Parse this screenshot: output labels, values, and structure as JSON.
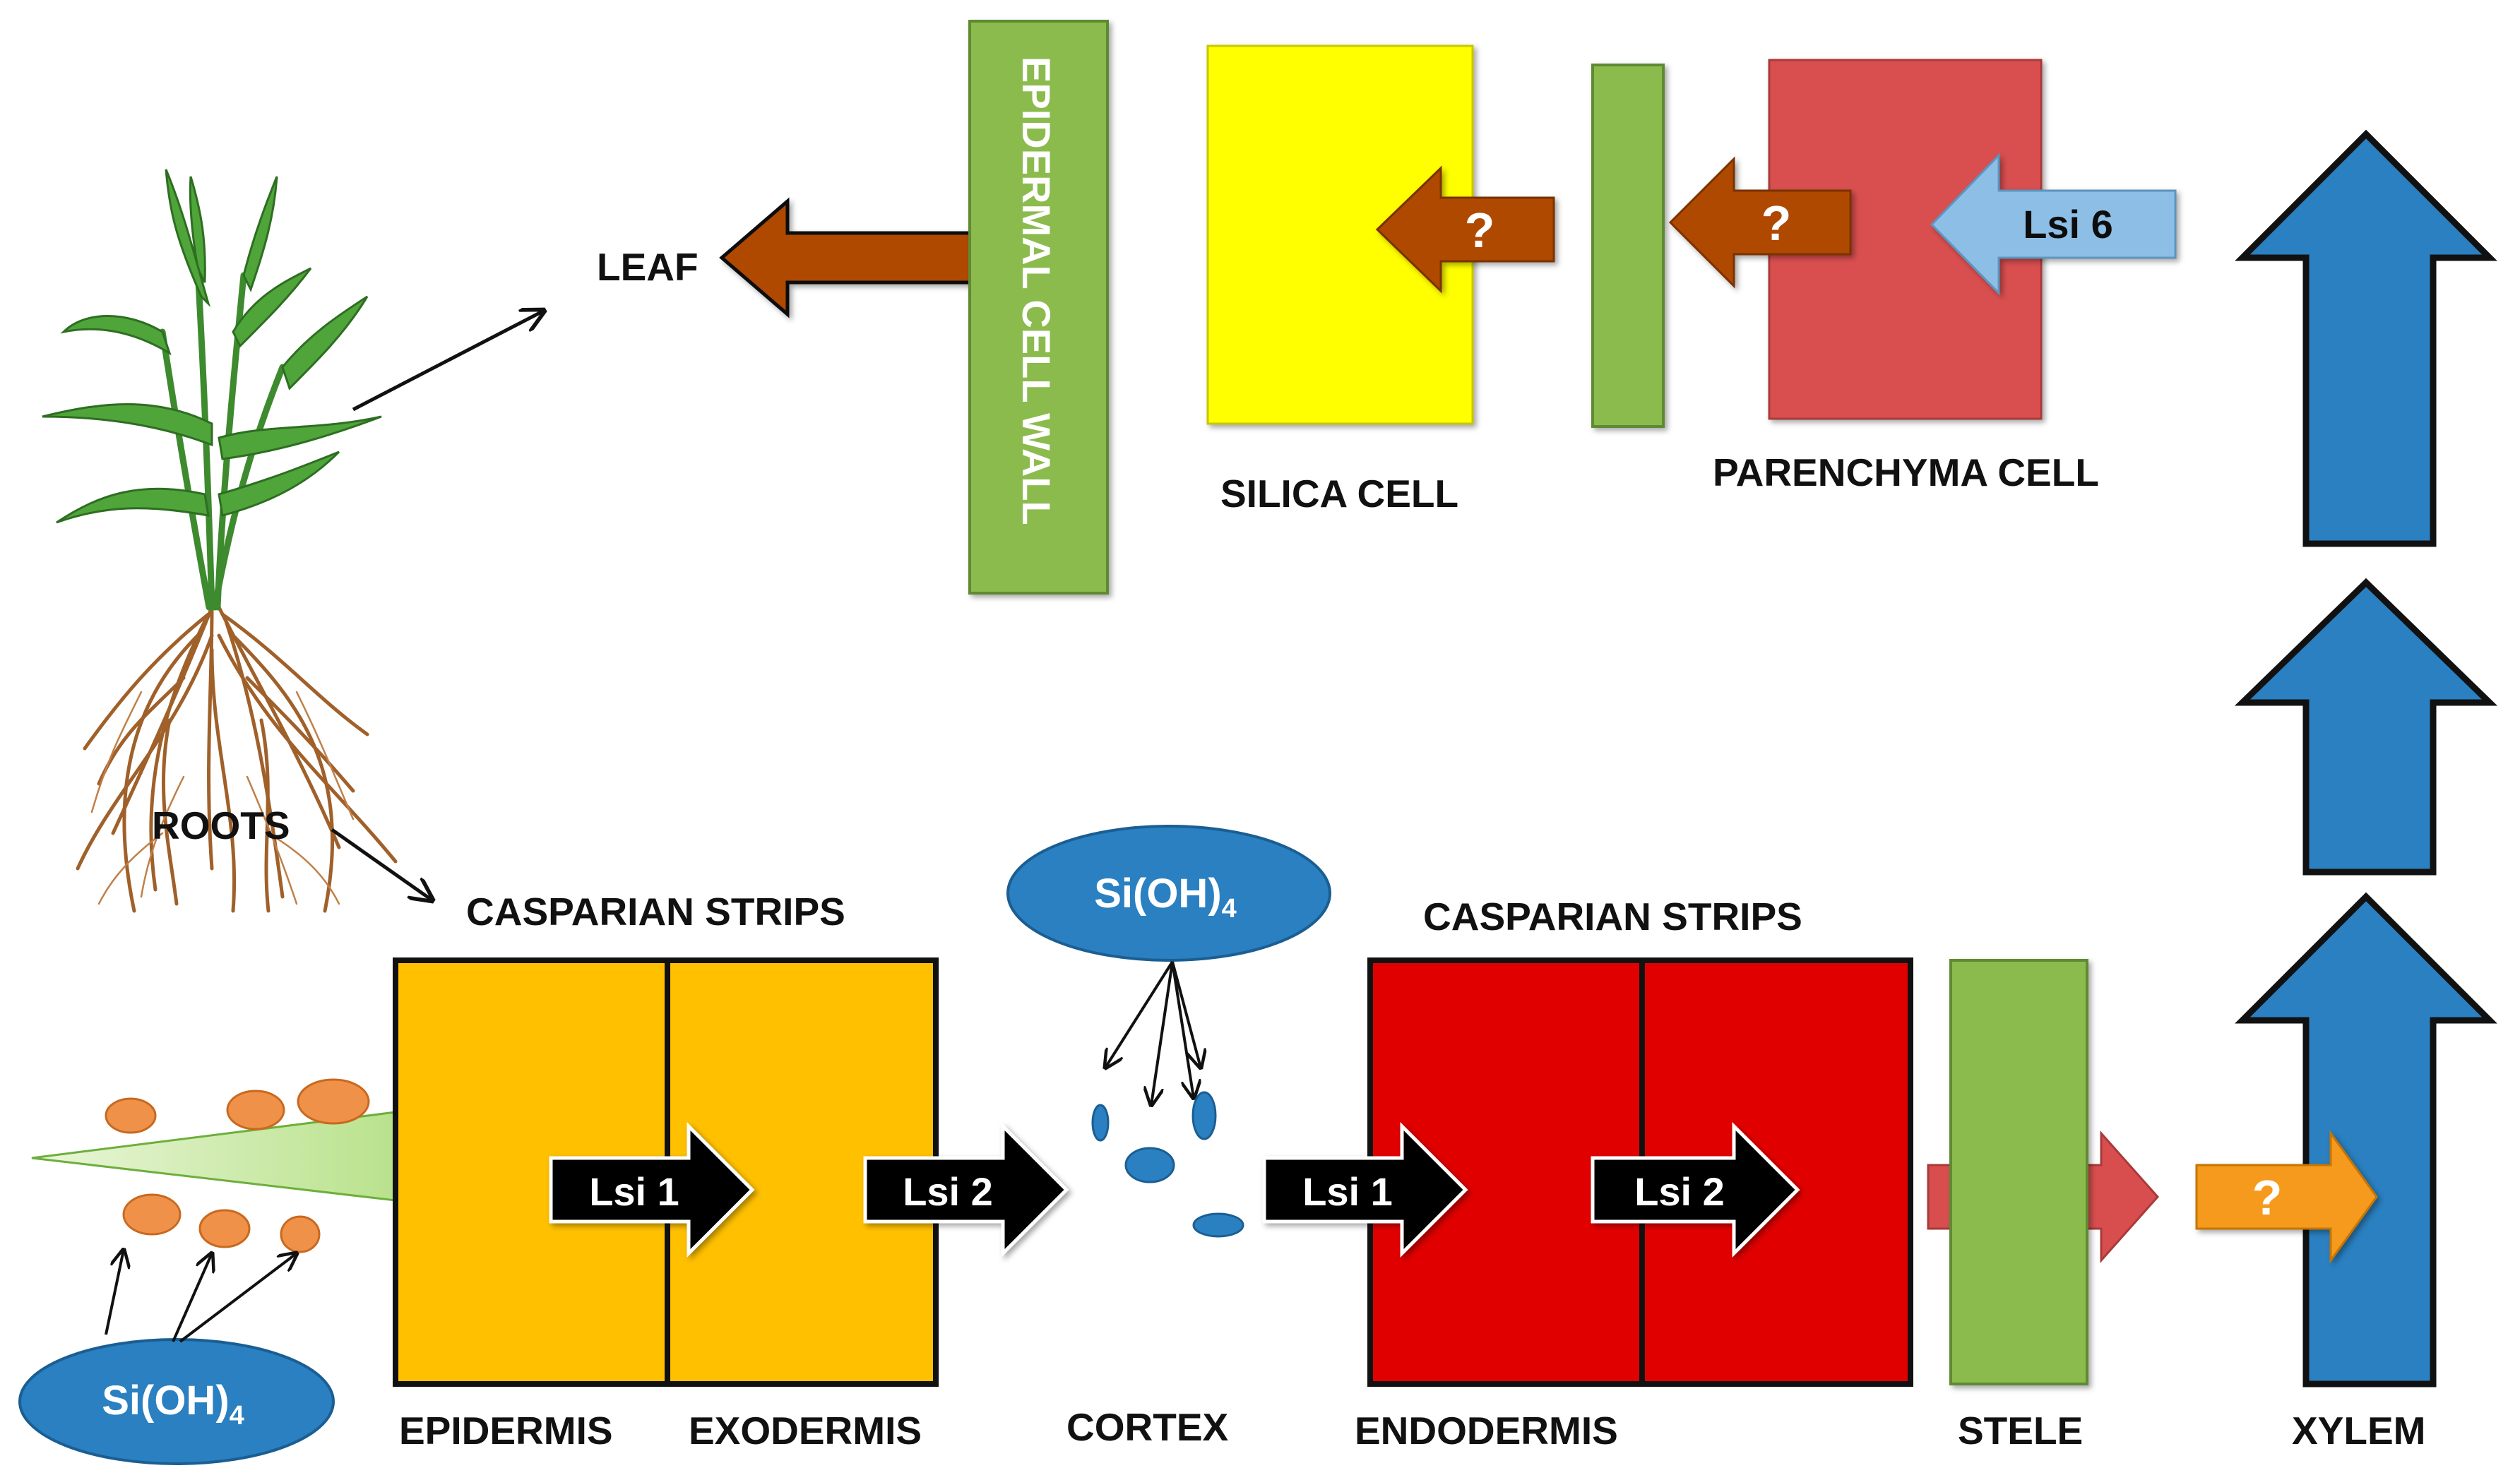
{
  "colors": {
    "epidermis": "#FFC000",
    "endodermis": "#E00000",
    "green_box": "#8BBB4E",
    "silica_cell": "#FFFF00",
    "parenchyma": "#D9504F",
    "xylem_blue": "#2A80C0",
    "brown_arrow": "#B04A06",
    "light_blue_arrow": "#8DBFE6",
    "orange_arrow": "#F59A1A",
    "si_ellipse": "#2A80C0",
    "soil_particle": "#F0914A",
    "stele_arrow": "#D84E4E"
  },
  "labels": {
    "leaf": "LEAF",
    "roots": "ROOTS",
    "epidermal_cell_wall": "EPIDERMAL CELL WALL",
    "silica_cell": "SILICA CELL",
    "parenchyma_cell": "PARENCHYMA CELL",
    "casparian_left": "CASPARIAN STRIPS",
    "casparian_right": "CASPARIAN STRIPS",
    "epidermis": "EPIDERMIS",
    "exodermis": "EXODERMIS",
    "cortex": "CORTEX",
    "endodermis": "ENDODERMIS",
    "stele": "STELE",
    "xylem": "XYLEM"
  },
  "transporters": {
    "lsi1_a": "Lsi 1",
    "lsi2_a": "Lsi 2",
    "lsi1_b": "Lsi 1",
    "lsi2_b": "Lsi 2",
    "lsi6": "Lsi 6",
    "unknown_1": "?",
    "unknown_2": "?",
    "unknown_3": "?"
  },
  "silicic_acid": {
    "base": "Si(OH)",
    "subscript": "4"
  }
}
